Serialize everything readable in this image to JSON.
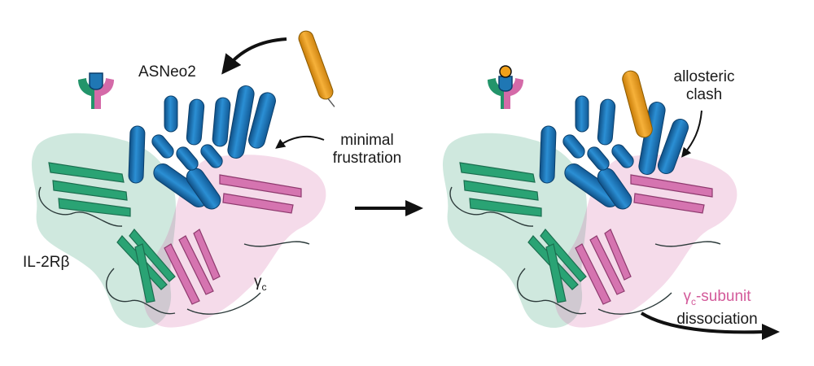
{
  "labels": {
    "ligand": "ASNeo2",
    "frustration_line1": "minimal",
    "frustration_line2": "frustration",
    "il2rb": "IL-2Rβ",
    "gamma_c": "γ",
    "gamma_c_sub": "c",
    "clash_line1": "allosteric",
    "clash_line2": "clash",
    "dissoc_gamma": "γ",
    "dissoc_sub": "c",
    "dissoc_suffix": "-subunit",
    "dissociation": "dissociation"
  },
  "colors": {
    "ligand_blue": "#1f77b4",
    "il2rb_green": "#23946a",
    "gamma_pink": "#d46aa8",
    "peptide_orange": "#f0a01a",
    "text": "#1a1a1a",
    "label_pink": "#d35a9a"
  },
  "icons": [
    "receptor-complex-icon",
    "receptor-complex-peptide-icon",
    "curved-arrow-icon",
    "right-arrow-icon"
  ]
}
